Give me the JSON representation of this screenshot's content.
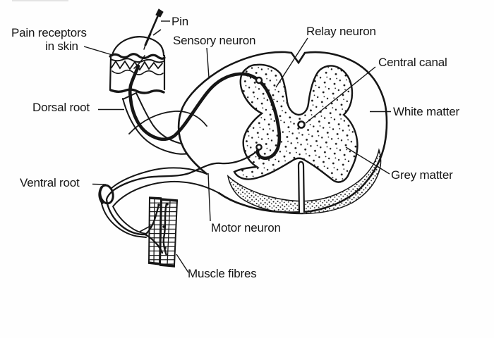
{
  "figure": {
    "background": "#fefefe",
    "ink": "#161616",
    "labels": {
      "pin": "Pin",
      "pain_receptors_line1": "Pain receptors",
      "pain_receptors_line2": "in skin",
      "sensory_neuron": "Sensory neuron",
      "relay_neuron": "Relay neuron",
      "central_canal": "Central canal",
      "white_matter": "White matter",
      "grey_matter": "Grey matter",
      "dorsal_root": "Dorsal root",
      "ventral_root": "Ventral root",
      "motor_neuron": "Motor neuron",
      "muscle_fibres": "Muscle fibres"
    }
  }
}
